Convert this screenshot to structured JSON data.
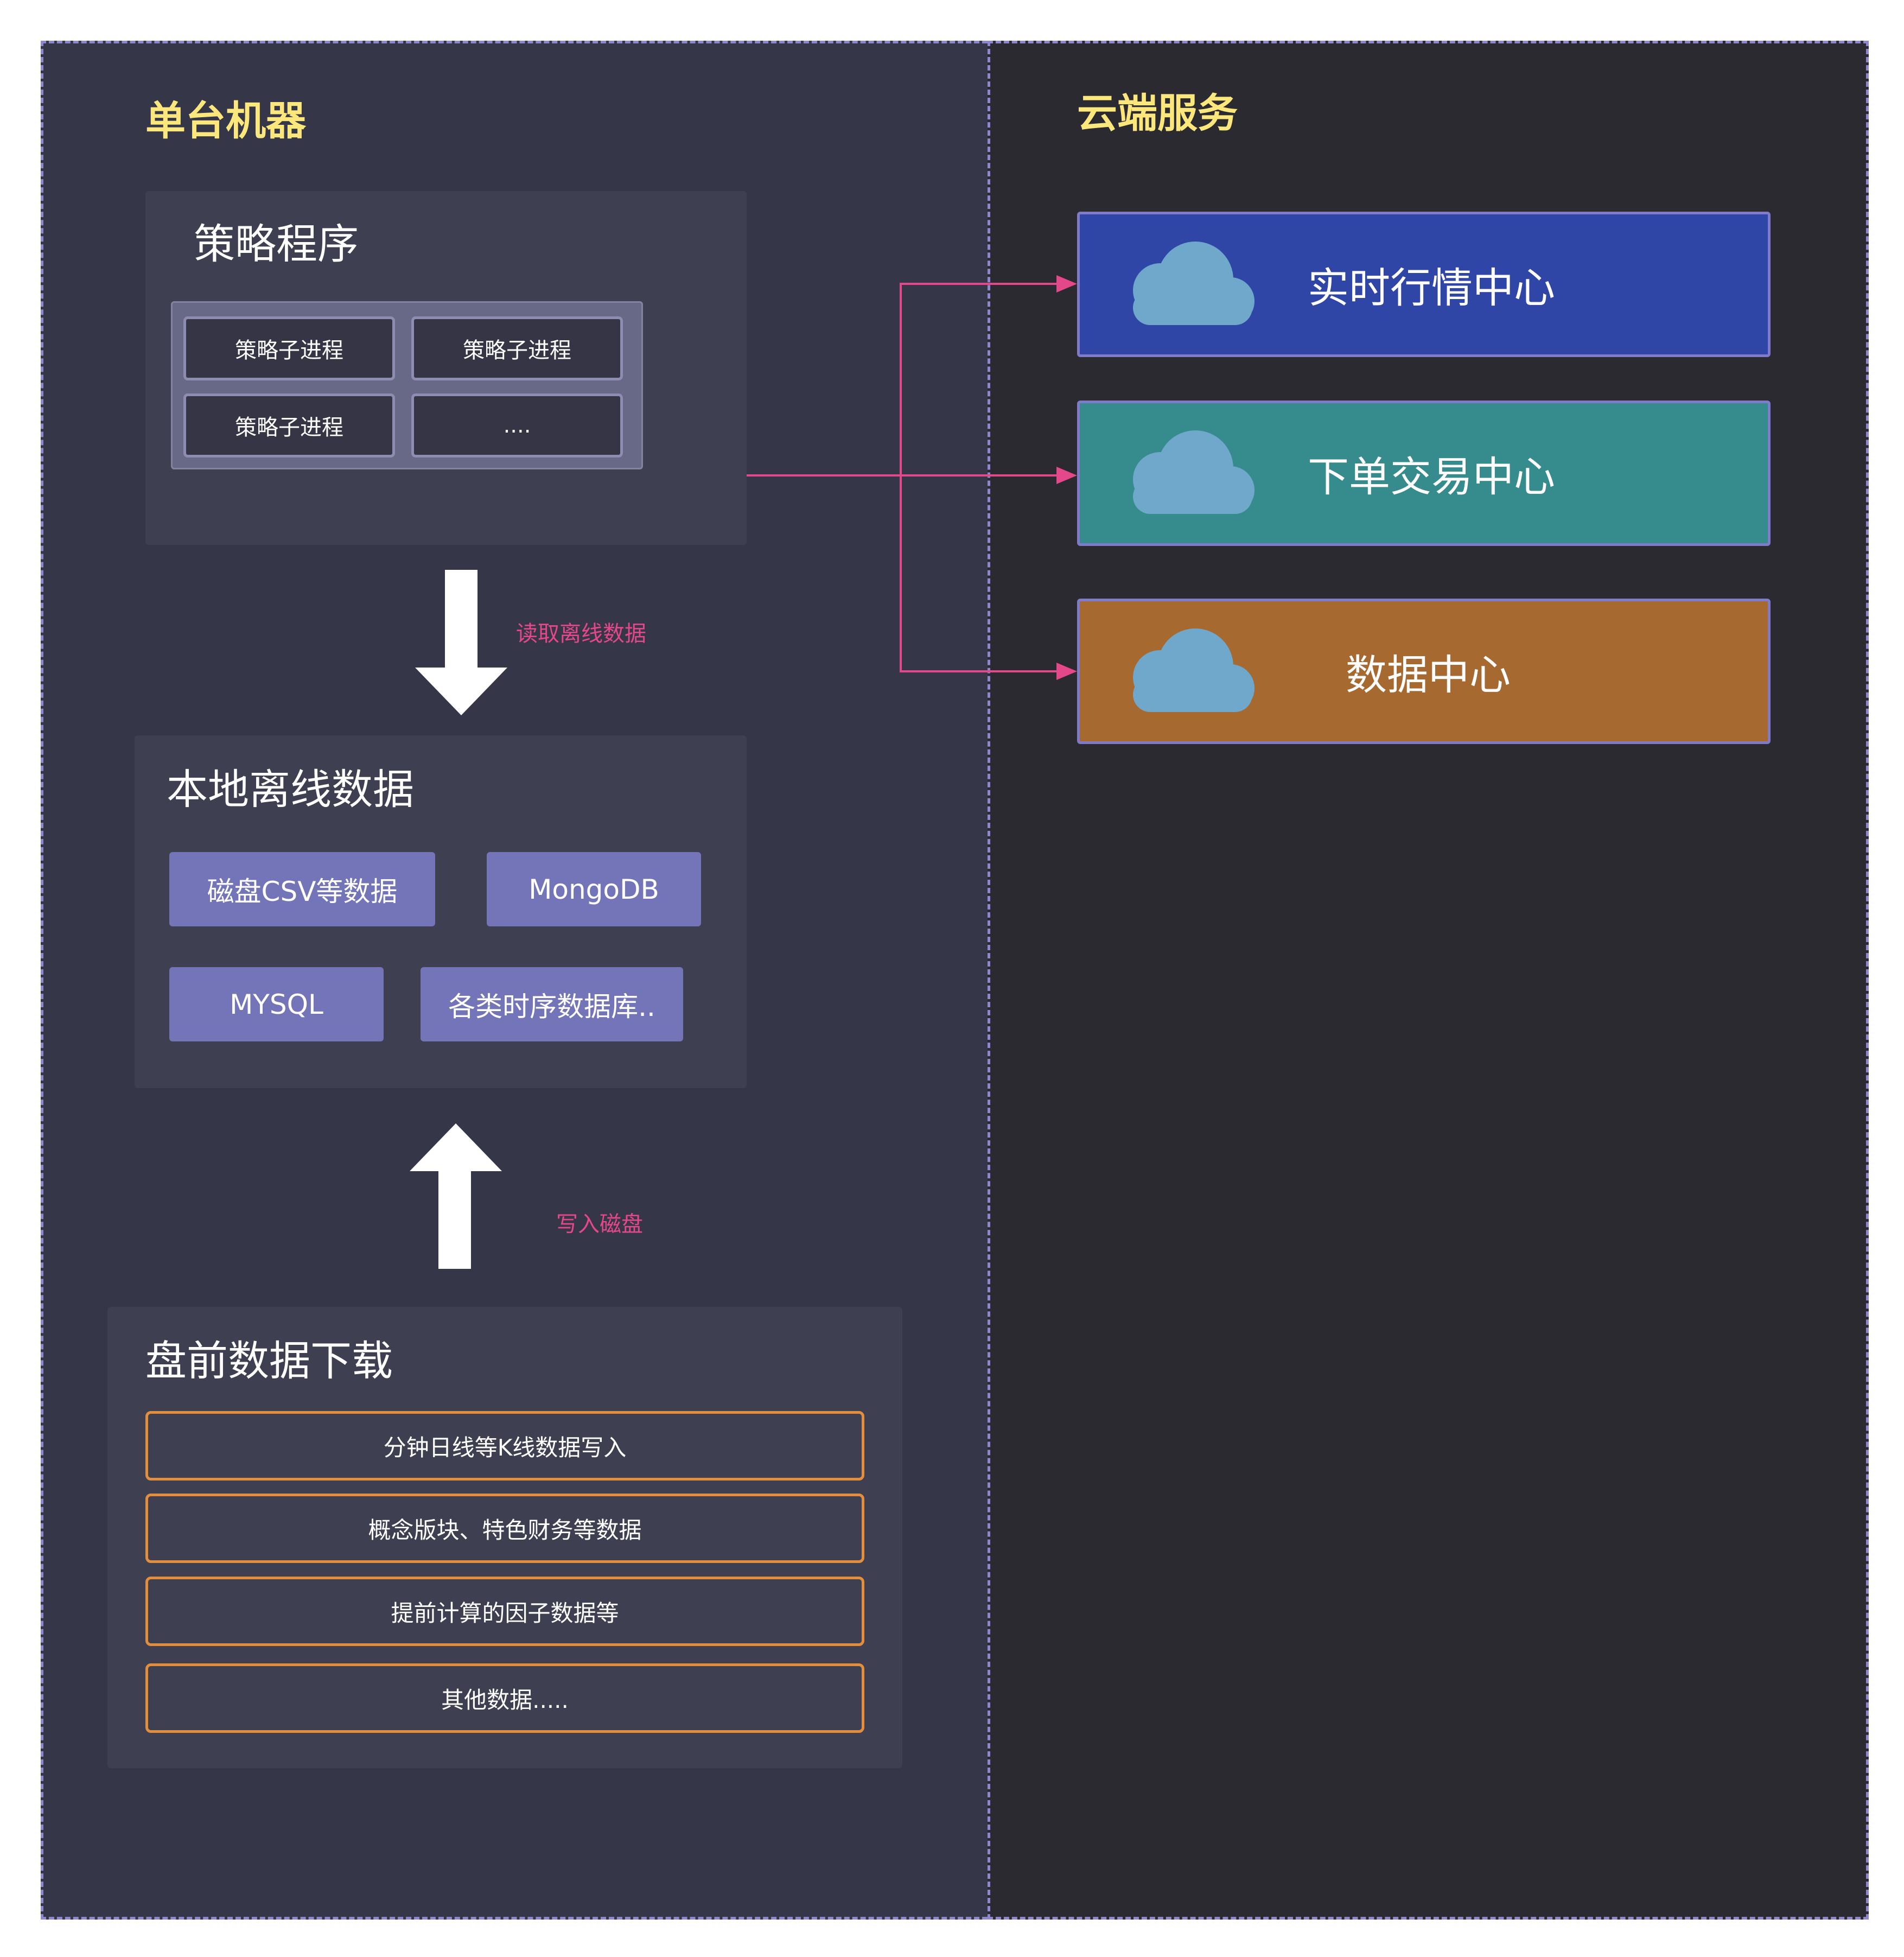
{
  "left_zone": {
    "title": "单台机器"
  },
  "right_zone": {
    "title": "云端服务"
  },
  "strategy": {
    "title": "策略程序",
    "subprocesses": [
      "策略子进程",
      "策略子进程",
      "策略子进程",
      "...."
    ]
  },
  "local_data": {
    "title": "本地离线数据",
    "chips": [
      "磁盘CSV等数据",
      "MongoDB",
      "MYSQL",
      "各类时序数据库.."
    ]
  },
  "arrows": {
    "read_label": "读取离线数据",
    "write_label": "写入磁盘"
  },
  "download": {
    "title": "盘前数据下载",
    "items": [
      "分钟日线等K线数据写入",
      "概念版块、特色财务等数据",
      "提前计算的因子数据等",
      "其他数据....."
    ]
  },
  "services": [
    {
      "label": "实时行情中心",
      "color": "#3046a6",
      "icon": "cloud-icon"
    },
    {
      "label": "下单交易中心",
      "color": "#368b8c",
      "icon": "cloud-icon"
    },
    {
      "label": "数据中心",
      "color": "#a66a31",
      "icon": "cloud-icon"
    }
  ],
  "colors": {
    "connector": "#e5488a",
    "zone_border": "#8e86cf",
    "zone_title": "#fbe77b",
    "item_border": "#e38e3c",
    "cloud": "#6fa8cb"
  }
}
